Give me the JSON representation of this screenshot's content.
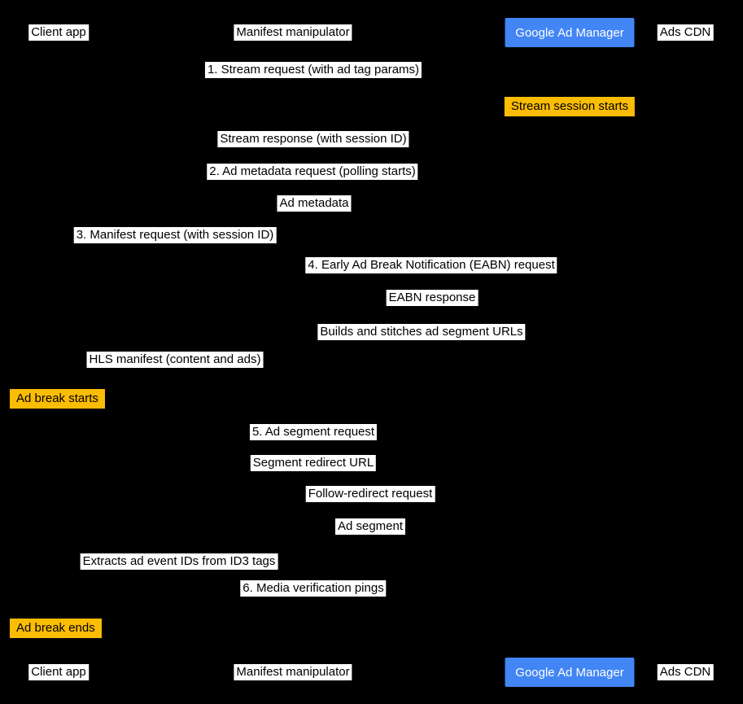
{
  "colors": {
    "background": "#000000",
    "label_bg": "#FFFFFF",
    "label_text": "#000000",
    "note_bg": "#FBBC04",
    "note_text": "#000000",
    "actor_bg": "#4285F4",
    "actor_text": "#FFFFFF"
  },
  "participants": {
    "client_app": "Client app",
    "manifest_manipulator": "Manifest manipulator",
    "google_ad_manager": "Google Ad Manager",
    "ads_cdn": "Ads CDN"
  },
  "messages": [
    {
      "label": "1. Stream request (with ad tag params)"
    },
    {
      "label": "Stream response (with session ID)"
    },
    {
      "label": "2. Ad metadata request (polling starts)"
    },
    {
      "label": "Ad metadata"
    },
    {
      "label": "3. Manifest request (with session ID)"
    },
    {
      "label": "4. Early Ad Break Notification (EABN) request"
    },
    {
      "label": "EABN response"
    },
    {
      "label": "Builds and stitches ad segment URLs"
    },
    {
      "label": "HLS manifest (content and ads)"
    },
    {
      "label": "5. Ad segment request"
    },
    {
      "label": "Segment redirect URL"
    },
    {
      "label": "Follow-redirect request"
    },
    {
      "label": "Ad segment"
    },
    {
      "label": "Extracts ad event IDs from ID3 tags"
    },
    {
      "label": "6. Media verification pings"
    }
  ],
  "notes": {
    "stream_session_starts": "Stream session starts",
    "ad_break_starts": "Ad break starts",
    "ad_break_ends": "Ad break ends"
  }
}
